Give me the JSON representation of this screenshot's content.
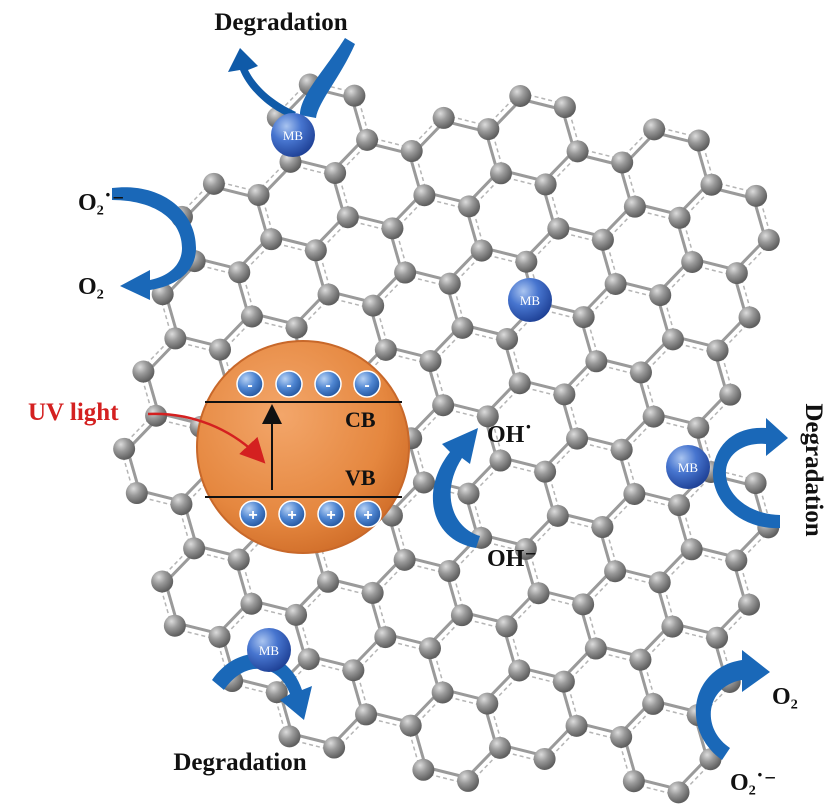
{
  "colors": {
    "atom": "#8a8a8a",
    "atom_highlight": "#d6d6d6",
    "bond": "#9c9c9c",
    "particle": "#e88a4a",
    "particle_edge": "#c8682a",
    "arrow_blue": "#1a68b8",
    "arrow_blue_dark": "#0b4a94",
    "mb_ball": "#3a68c8",
    "uv_text": "#d42020",
    "text": "#111111"
  },
  "icons": [
    "mb-molecule-icon",
    "electron-icon",
    "hole-icon",
    "curved-arrow-icon"
  ],
  "labels": {
    "degradation_top": "Degradation",
    "degradation_bottom": "Degradation",
    "degradation_right": "Degradation",
    "o2_radical_left": "O₂˙⁻",
    "o2_left": "O₂",
    "o2_right": "O₂",
    "o2_radical_right": "O₂˙⁻",
    "oh_radical": "OH˙",
    "oh_minus": "OH⁻",
    "uv_light": "UV light",
    "cb": "CB",
    "vb": "VB",
    "mb": "MB",
    "electron_sign": "-",
    "hole_sign": "+"
  }
}
